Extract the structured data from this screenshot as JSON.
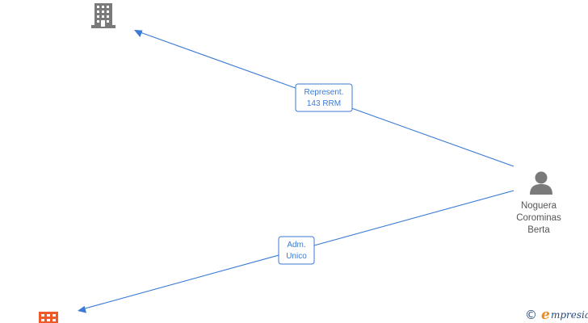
{
  "nodes": {
    "company_top": {
      "type": "company",
      "icon": "building-icon",
      "color": "#7a7a7a"
    },
    "company_bottom": {
      "type": "company",
      "icon": "building-icon",
      "color": "#f05a28"
    },
    "person": {
      "type": "person",
      "icon": "person-icon",
      "color": "#7a7a7a",
      "label_lines": [
        "Noguera",
        "Corominas",
        "Berta"
      ]
    }
  },
  "edges": [
    {
      "from": "person",
      "to": "company_top",
      "label_lines": [
        "Represent.",
        "143 RRM"
      ]
    },
    {
      "from": "person",
      "to": "company_bottom",
      "label_lines": [
        "Adm.",
        "Unico"
      ]
    }
  ],
  "styles": {
    "edge_color": "#3a7bd5"
  },
  "watermark": {
    "symbol": "©",
    "brand_initial": "e",
    "brand_rest": "mpresia",
    "initial_color": "#f08a1a",
    "text_color": "#2a4a7a"
  }
}
